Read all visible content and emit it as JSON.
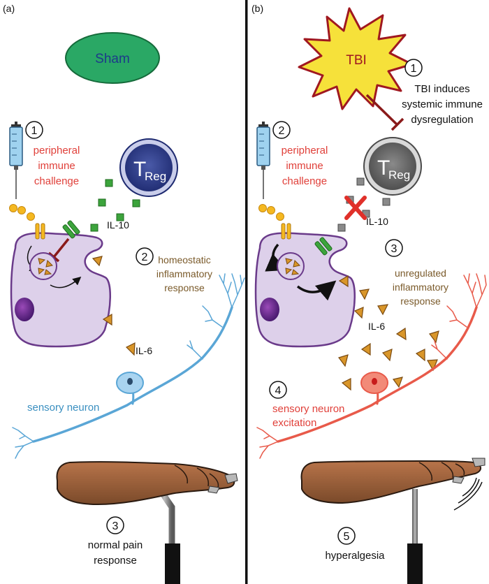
{
  "panel_a": {
    "label": "(a)",
    "sham": "Sham",
    "step1_num": "1",
    "step1_line1": "peripheral",
    "step1_line2": "immune",
    "step1_line3": "challenge",
    "treg_main": "T",
    "treg_sub": "Reg",
    "il10": "IL-10",
    "step2_num": "2",
    "step2_line1": "homeostatic",
    "step2_line2": "inflammatory",
    "step2_line3": "response",
    "il6": "IL-6",
    "neuron": "sensory neuron",
    "step3_num": "3",
    "step3_line1": "normal pain",
    "step3_line2": "response"
  },
  "panel_b": {
    "label": "(b)",
    "tbi": "TBI",
    "step1_num": "1",
    "step1_line1": "TBI induces",
    "step1_line2": "systemic immune",
    "step1_line3": "dysregulation",
    "step2_num": "2",
    "step2_line1": "peripheral",
    "step2_line2": "immune",
    "step2_line3": "challenge",
    "treg_main": "T",
    "treg_sub": "Reg",
    "il10": "IL-10",
    "step3_num": "3",
    "step3_line1": "unregulated",
    "step3_line2": "inflammatory",
    "step3_line3": "response",
    "il6": "IL-6",
    "step4_num": "4",
    "step4_line1": "sensory neuron",
    "step4_line2": "excitation",
    "step5_num": "5",
    "step5_line1": "hyperalgesia"
  },
  "colors": {
    "red_text": "#e0403a",
    "brown_text": "#7a5a2a",
    "blue_text": "#3a8fc0",
    "neuron_blue": "#5aa6d6",
    "neuron_red": "#e85a4a",
    "cell_fill": "#ddd0ea",
    "cell_stroke": "#6a3a8a",
    "sham_fill": "#2aa865",
    "treg_blue": "#2a3a8a",
    "treg_gray": "#6a6a6a",
    "tbi_fill": "#f6e13a",
    "tbi_stroke": "#a01820",
    "cytokine": "#d9962a",
    "il10_green": "#3ca43c",
    "il10_gray": "#888888",
    "paw": "#a0643a"
  }
}
